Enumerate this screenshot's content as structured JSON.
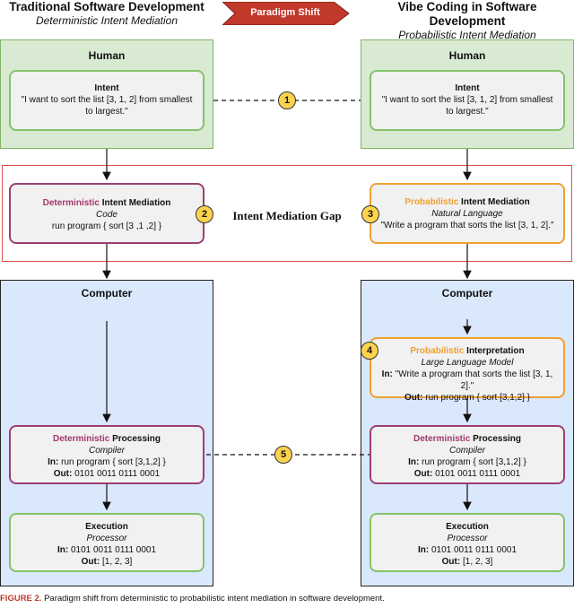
{
  "left_header": {
    "title": "Traditional Software Development",
    "subtitle": "Deterministic Intent Mediation"
  },
  "right_header": {
    "title": "Vibe Coding in Software Development",
    "subtitle": "Probabilistic Intent Mediation"
  },
  "paradigm_shift": "Paradigm Shift",
  "gap_label": "Intent Mediation Gap",
  "left": {
    "human_title": "Human",
    "intent": {
      "title": "Intent",
      "text": "\"I want to sort the list [3, 1, 2] from smallest to largest.\""
    },
    "mediation": {
      "prefix": "Deterministic",
      "suffix": " Intent Mediation",
      "sub": "Code",
      "text": "run program { sort [3 ,1 ,2]  }"
    },
    "computer_title": "Computer",
    "processing": {
      "prefix": "Deterministic",
      "suffix": " Processing",
      "sub": "Compiler",
      "in_label": "In:",
      "in_text": " run program { sort [3,1,2]  }",
      "out_label": "Out:",
      "out_text": " 0101 0011 0111 0001"
    },
    "execution": {
      "title": "Execution",
      "sub": "Processor",
      "in_label": "In:",
      "in_text": " 0101 0011 0111 0001",
      "out_label": "Out:",
      "out_text": " [1, 2, 3]"
    }
  },
  "right": {
    "human_title": "Human",
    "intent": {
      "title": "Intent",
      "text": "\"I want to sort the list [3, 1, 2] from smallest to largest.\""
    },
    "mediation": {
      "prefix": "Probabilistic",
      "suffix": " Intent Mediation",
      "sub": "Natural Language",
      "text": "\"Write a program that sorts the list [3, 1, 2].\""
    },
    "computer_title": "Computer",
    "interpretation": {
      "prefix": "Probabilistic",
      "suffix": " Interpretation",
      "sub": "Large Language Model",
      "in_label": "In:",
      "in_text": " \"Write a program that sorts the list [3, 1, 2].\"",
      "out_label": "Out:",
      "out_text": " run program { sort [3,1,2]  }"
    },
    "processing": {
      "prefix": "Deterministic",
      "suffix": " Processing",
      "sub": "Compiler",
      "in_label": "In:",
      "in_text": " run program { sort [3,1,2]  }",
      "out_label": "Out:",
      "out_text": " 0101 0011 0111 0001"
    },
    "execution": {
      "title": "Execution",
      "sub": "Processor",
      "in_label": "In:",
      "in_text": " 0101 0011 0111 0001",
      "out_label": "Out:",
      "out_text": " [1, 2, 3]"
    }
  },
  "badges": [
    "1",
    "2",
    "3",
    "4",
    "5"
  ],
  "caption": {
    "fig": "FIGURE 2.",
    "text": "  Paradigm shift from deterministic to probabilistic intent mediation in software development."
  },
  "colors": {
    "deterministic": "#a3386e",
    "probabilistic": "#f0a030",
    "human_bg": "#d9ead3",
    "computer_bg": "#dae8fc",
    "gap_border": "#d9534f",
    "paradigm_arrow": "#c0392b",
    "badge": "#fcd34d"
  }
}
